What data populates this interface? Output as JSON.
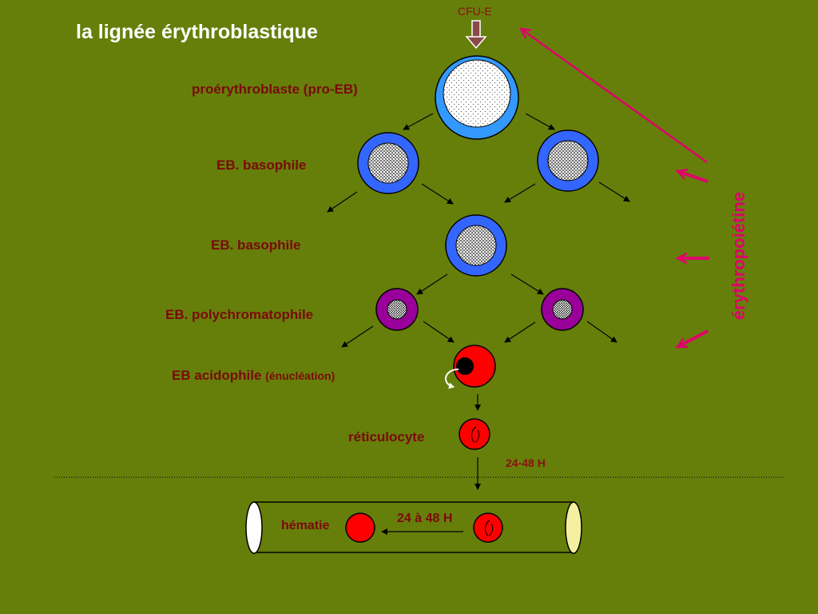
{
  "title": "la lignée érythroblastique",
  "cfu_label": "CFU-E",
  "stages": {
    "pro_eb": "proérythroblaste (pro-EB)",
    "basophile_1": "EB. basophile",
    "basophile_2": "EB. basophile",
    "polychromatophile": "EB. polychromatophile",
    "acidophile": "EB acidophile",
    "acidophile_note": "(énucléation)",
    "reticulocyte": "réticulocyte",
    "hematie": "hématie"
  },
  "timing": {
    "marrow": "24-48 H",
    "blood": "24 à 48 H"
  },
  "hormone": "érythropoiétine",
  "colors": {
    "background": "#667f0a",
    "light_blue_cell": "#3399ff",
    "basophile_blue": "#3366ff",
    "polychromatophile_purple": "#990099",
    "red_cell": "#ff0000",
    "stage_text": "#7a0a0a",
    "hormone_magenta": "#e0006a",
    "vessel_end": "#f5f0a0"
  }
}
